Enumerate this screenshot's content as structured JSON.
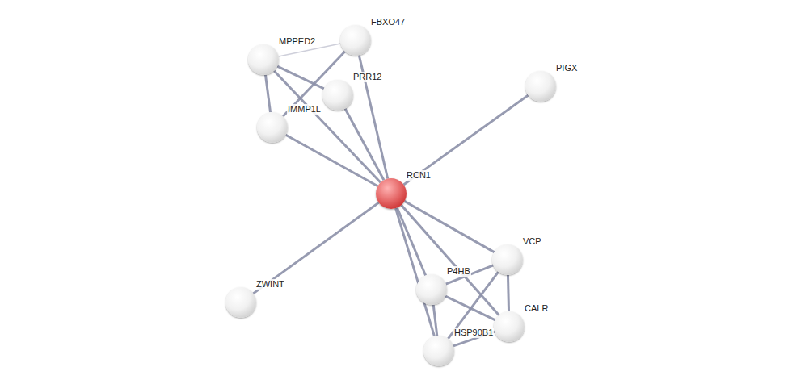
{
  "diagram": {
    "nodes": [
      {
        "text": [
          "FBXO47"
        ]
      },
      {
        "text": [
          "MPPED2"
        ]
      },
      {
        "text": [
          "PRR12"
        ]
      },
      {
        "text": [
          "PIGX"
        ]
      },
      {
        "text": [
          "IMMP1L"
        ]
      },
      {
        "text": [
          "RCN1"
        ]
      },
      {
        "text": [
          "VCP"
        ]
      },
      {
        "text": [
          "P4HB"
        ]
      },
      {
        "text": [
          "ZWINT"
        ]
      },
      {
        "text": [
          "CALR"
        ]
      },
      {
        "text": [
          "HSP90B1"
        ]
      }
    ],
    "edges": [
      {
        "from": 5,
        "to": 0,
        "arrow": "none"
      },
      {
        "from": 5,
        "to": 1,
        "arrow": "none"
      },
      {
        "from": 5,
        "to": 2,
        "arrow": "none"
      },
      {
        "from": 5,
        "to": 3,
        "arrow": "none"
      },
      {
        "from": 5,
        "to": 4,
        "arrow": "none"
      },
      {
        "from": 5,
        "to": 6,
        "arrow": "none"
      },
      {
        "from": 5,
        "to": 7,
        "arrow": "none"
      },
      {
        "from": 5,
        "to": 8,
        "arrow": "none"
      },
      {
        "from": 5,
        "to": 9,
        "arrow": "none"
      },
      {
        "from": 5,
        "to": 10,
        "arrow": "none"
      },
      {
        "from": 1,
        "to": 0,
        "arrow": "none"
      },
      {
        "from": 1,
        "to": 2,
        "arrow": "none"
      },
      {
        "from": 1,
        "to": 4,
        "arrow": "none"
      },
      {
        "from": 0,
        "to": 4,
        "arrow": "none"
      },
      {
        "from": 7,
        "to": 6,
        "arrow": "none"
      },
      {
        "from": 7,
        "to": 9,
        "arrow": "none"
      },
      {
        "from": 7,
        "to": 10,
        "arrow": "none"
      },
      {
        "from": 6,
        "to": 9,
        "arrow": "none"
      },
      {
        "from": 6,
        "to": 10,
        "arrow": "none"
      },
      {
        "from": 9,
        "to": 10,
        "arrow": "none"
      }
    ]
  }
}
